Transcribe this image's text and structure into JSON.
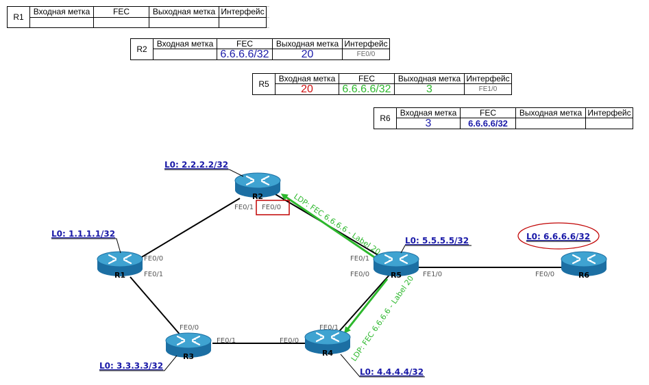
{
  "tables": {
    "headers": {
      "in_label": "Входная метка",
      "fec": "FEC",
      "out_label": "Выходная метка",
      "iface": "Интерфейс"
    },
    "r1": {
      "router": "R1",
      "in": "",
      "fec": "",
      "out": "",
      "iface": ""
    },
    "r2": {
      "router": "R2",
      "in": "",
      "fec": "6.6.6.6/32",
      "out": "20",
      "iface": "FE0/0"
    },
    "r5": {
      "router": "R5",
      "in": "20",
      "fec": "6.6.6.6/32",
      "out": "3",
      "iface": "FE1/0"
    },
    "r6": {
      "router": "R6",
      "in": "3",
      "fec": "6.6.6.6/32",
      "out": "",
      "iface": ""
    }
  },
  "colors": {
    "label_blue": "#1a1aa8",
    "label_red": "#d01010",
    "label_green": "#2db82d",
    "router_top": "#3fa3d1",
    "router_body": "#1c6fa3",
    "link": "#000000",
    "ldp_arrow": "#2db82d",
    "highlight": "#c00000"
  },
  "routers": [
    {
      "id": "R1",
      "loopback": "L0: 1.1.1.1/32"
    },
    {
      "id": "R2",
      "loopback": "L0: 2.2.2.2/32"
    },
    {
      "id": "R3",
      "loopback": "L0: 3.3.3.3/32"
    },
    {
      "id": "R4",
      "loopback": "L0: 4.4.4.4/32"
    },
    {
      "id": "R5",
      "loopback": "L0: 5.5.5.5/32"
    },
    {
      "id": "R6",
      "loopback": "L0: 6.6.6.6/32"
    }
  ],
  "interfaces": {
    "r1_fe00": "FE0/0",
    "r1_fe01": "FE0/1",
    "r2_fe01": "FE0/1",
    "r2_fe00": "FE0/0",
    "r3_fe00": "FE0/0",
    "r3_fe01": "FE0/1",
    "r4_fe00": "FE0/0",
    "r4_fe01": "FE0/1",
    "r5_fe01": "FE0/1",
    "r5_fe00": "FE0/0",
    "r5_fe10": "FE1/0",
    "r6_fe00": "FE0/0"
  },
  "ldp": {
    "r5_to_r2": "LDP: FEC 6.6.6.6 - Label 20",
    "r5_to_r4": "LDP: FEC 6.6.6.6 - Label 20"
  }
}
